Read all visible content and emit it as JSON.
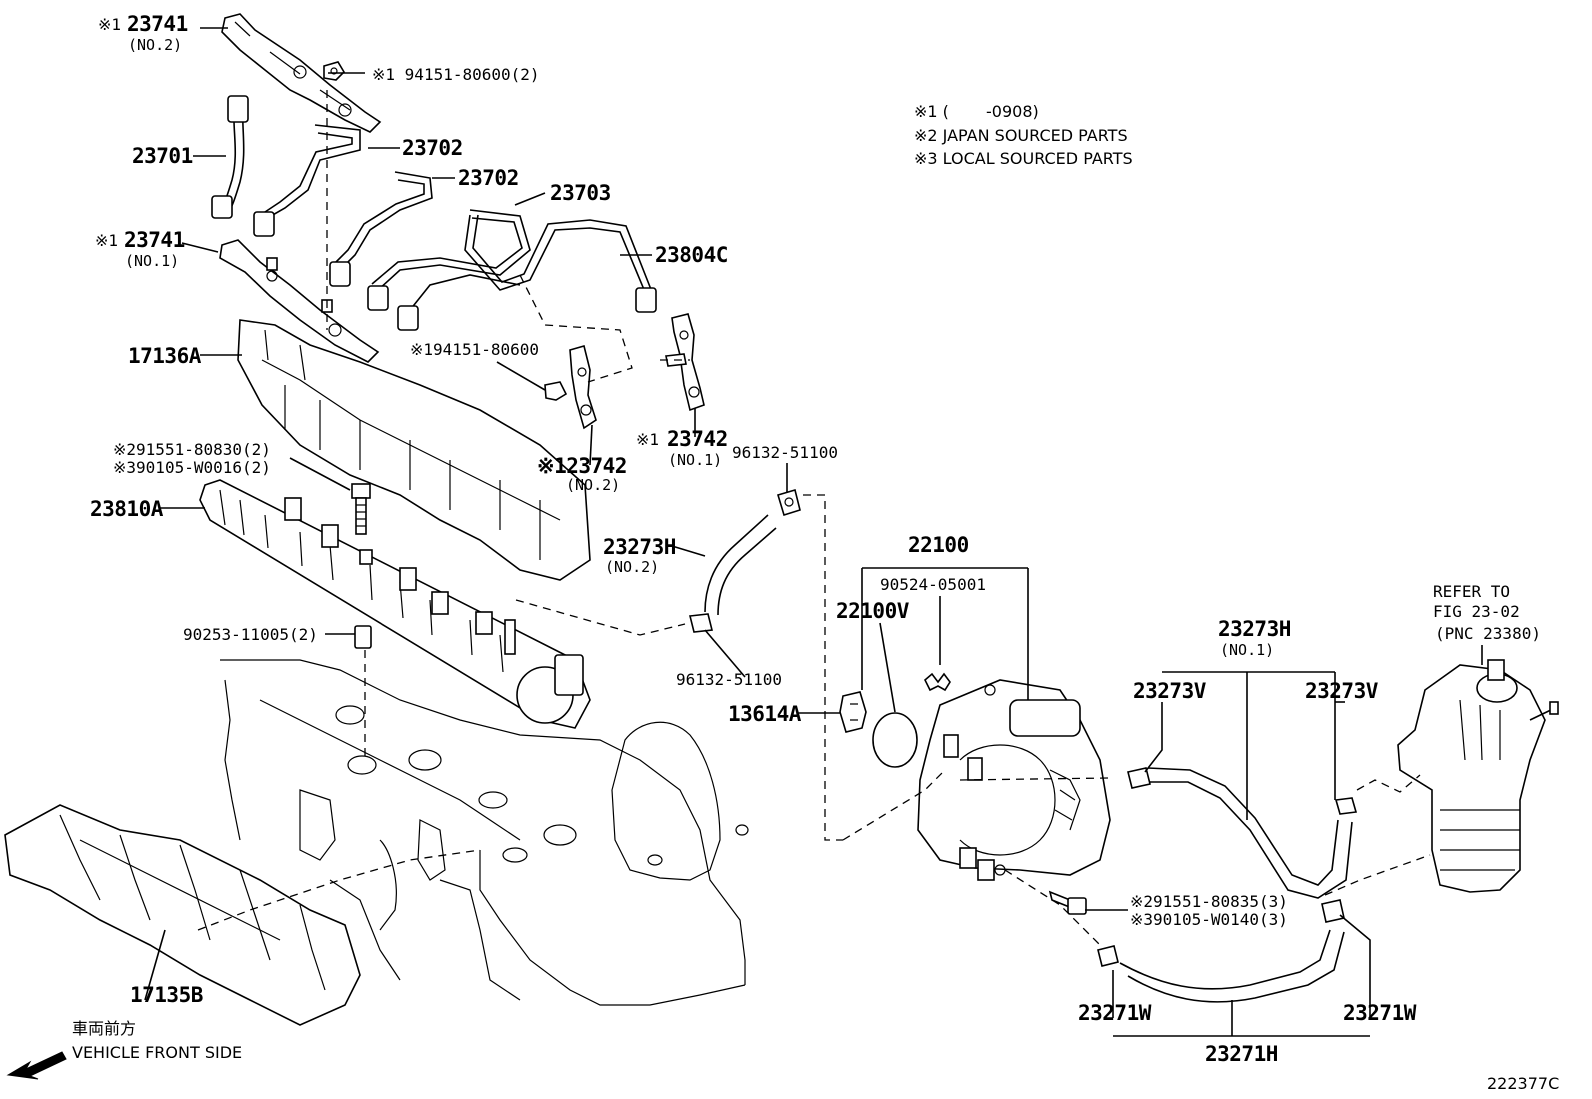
{
  "diagram": {
    "footnotes": [
      "※1 (　　 -0908)",
      "※2 JAPAN SOURCED PARTS",
      "※3 LOCAL SOURCED PARTS"
    ],
    "callouts": {
      "c23741_no2": "23741",
      "c23741_no2_mark": "※1",
      "c23741_no2_sub": "(NO.2)",
      "c94151_80600_2": "※1 94151-80600(2)",
      "c23701": "23701",
      "c23702_a": "23702",
      "c23702_b": "23702",
      "c23703": "23703",
      "c23741_no1": "23741",
      "c23741_no1_mark": "※1",
      "c23741_no1_sub": "(NO.1)",
      "c23804c": "23804C",
      "c17136a": "17136A",
      "c94151_80600": "※194151-80600",
      "c91551_80830": "※291551-80830(2)",
      "c90105_w0016": "※390105-W0016(2)",
      "c23742_no1": "23742",
      "c23742_no1_mark": "※1",
      "c23742_no1_sub": "(NO.1)",
      "c23742_no2": "※123742",
      "c23742_no2_sub": "(NO.2)",
      "c96132_51100_a": "96132-51100",
      "c23810a": "23810A",
      "c23273h_no2": "23273H",
      "c23273h_no2_sub": "(NO.2)",
      "c22100": "22100",
      "c90524_05001": "90524-05001",
      "c22100v": "22100V",
      "c90253_11005": "90253-11005(2)",
      "c96132_51100_b": "96132-51100",
      "c13614a": "13614A",
      "c23273h_no1": "23273H",
      "c23273h_no1_sub": "(NO.1)",
      "c23273v_a": "23273V",
      "c23273v_b": "23273V",
      "c_refer": "REFER TO",
      "c_fig": "FIG 23-02",
      "c_pnc": "(PNC 23380)",
      "c91551_80835": "※291551-80835(3)",
      "c90105_w0140": "※390105-W0140(3)",
      "c17135b": "17135B",
      "c23271w_a": "23271W",
      "c23271w_b": "23271W",
      "c23271h": "23271H"
    },
    "front_label_jp": "車両前方",
    "front_label_en": "VEHICLE FRONT SIDE",
    "figure_id": "222377C"
  }
}
